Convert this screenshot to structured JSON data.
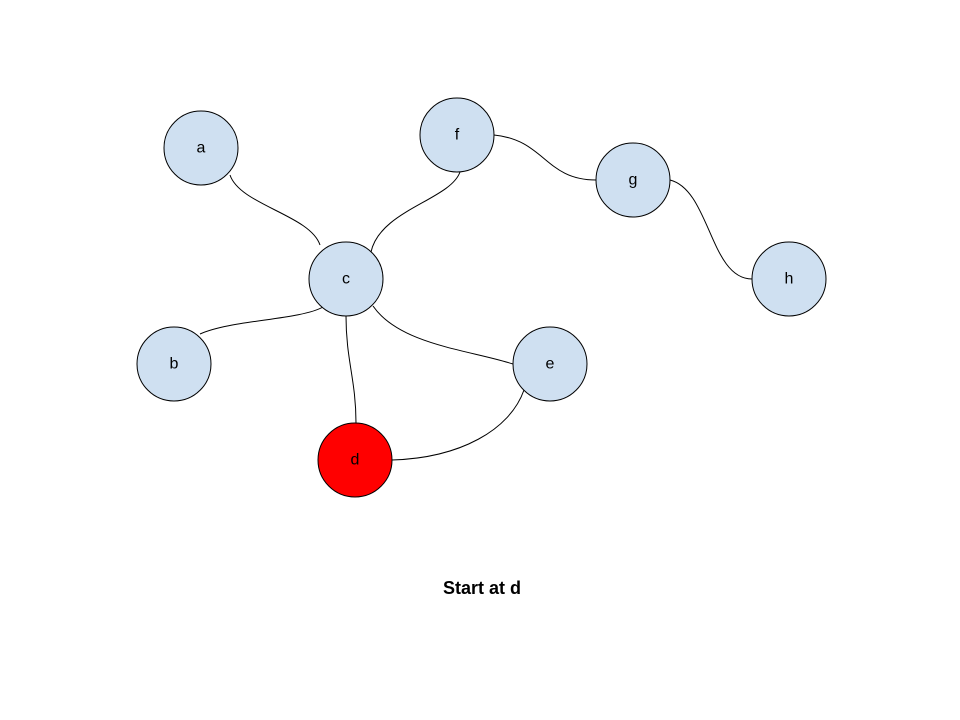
{
  "caption": "Start at d",
  "colors": {
    "node_fill": "#cfe0f1",
    "start_fill": "#ff0000",
    "stroke": "#000000"
  },
  "start_node": "d",
  "nodes": [
    {
      "id": "a",
      "label": "a"
    },
    {
      "id": "b",
      "label": "b"
    },
    {
      "id": "c",
      "label": "c"
    },
    {
      "id": "d",
      "label": "d"
    },
    {
      "id": "e",
      "label": "e"
    },
    {
      "id": "f",
      "label": "f"
    },
    {
      "id": "g",
      "label": "g"
    },
    {
      "id": "h",
      "label": "h"
    }
  ],
  "edges": [
    {
      "from": "a",
      "to": "c"
    },
    {
      "from": "f",
      "to": "c"
    },
    {
      "from": "b",
      "to": "c"
    },
    {
      "from": "c",
      "to": "d"
    },
    {
      "from": "c",
      "to": "e"
    },
    {
      "from": "e",
      "to": "d"
    },
    {
      "from": "f",
      "to": "g"
    },
    {
      "from": "g",
      "to": "h"
    }
  ]
}
